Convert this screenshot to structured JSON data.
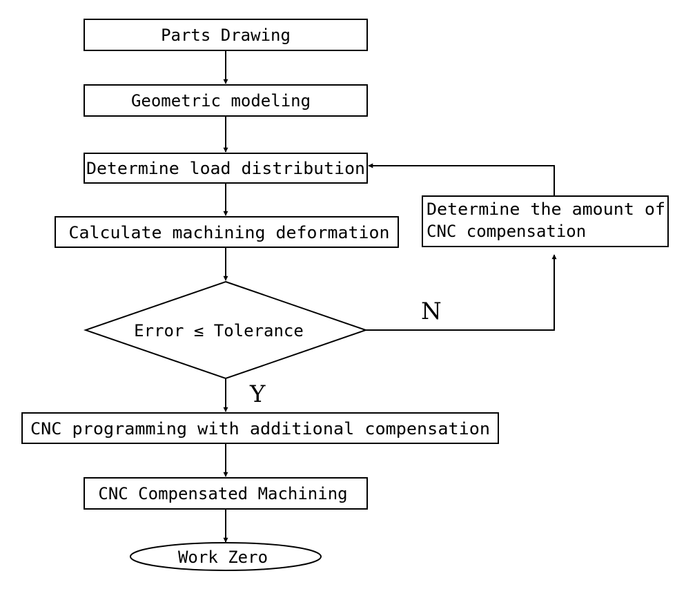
{
  "nodes": {
    "parts_drawing": "Parts Drawing",
    "geometric_modeling": "Geometric modeling",
    "load_distribution": "Determine load distribution",
    "machining_deformation": "Calculate machining deformation",
    "decision": "Error ≤ Tolerance",
    "compensation_line1": "Determine the amount of",
    "compensation_line2": "CNC compensation",
    "cnc_programming": "CNC programming with additional compensation",
    "compensated_machining": "CNC Compensated Machining",
    "work_zero": "Work Zero"
  },
  "branches": {
    "no": "N",
    "yes": "Y"
  }
}
